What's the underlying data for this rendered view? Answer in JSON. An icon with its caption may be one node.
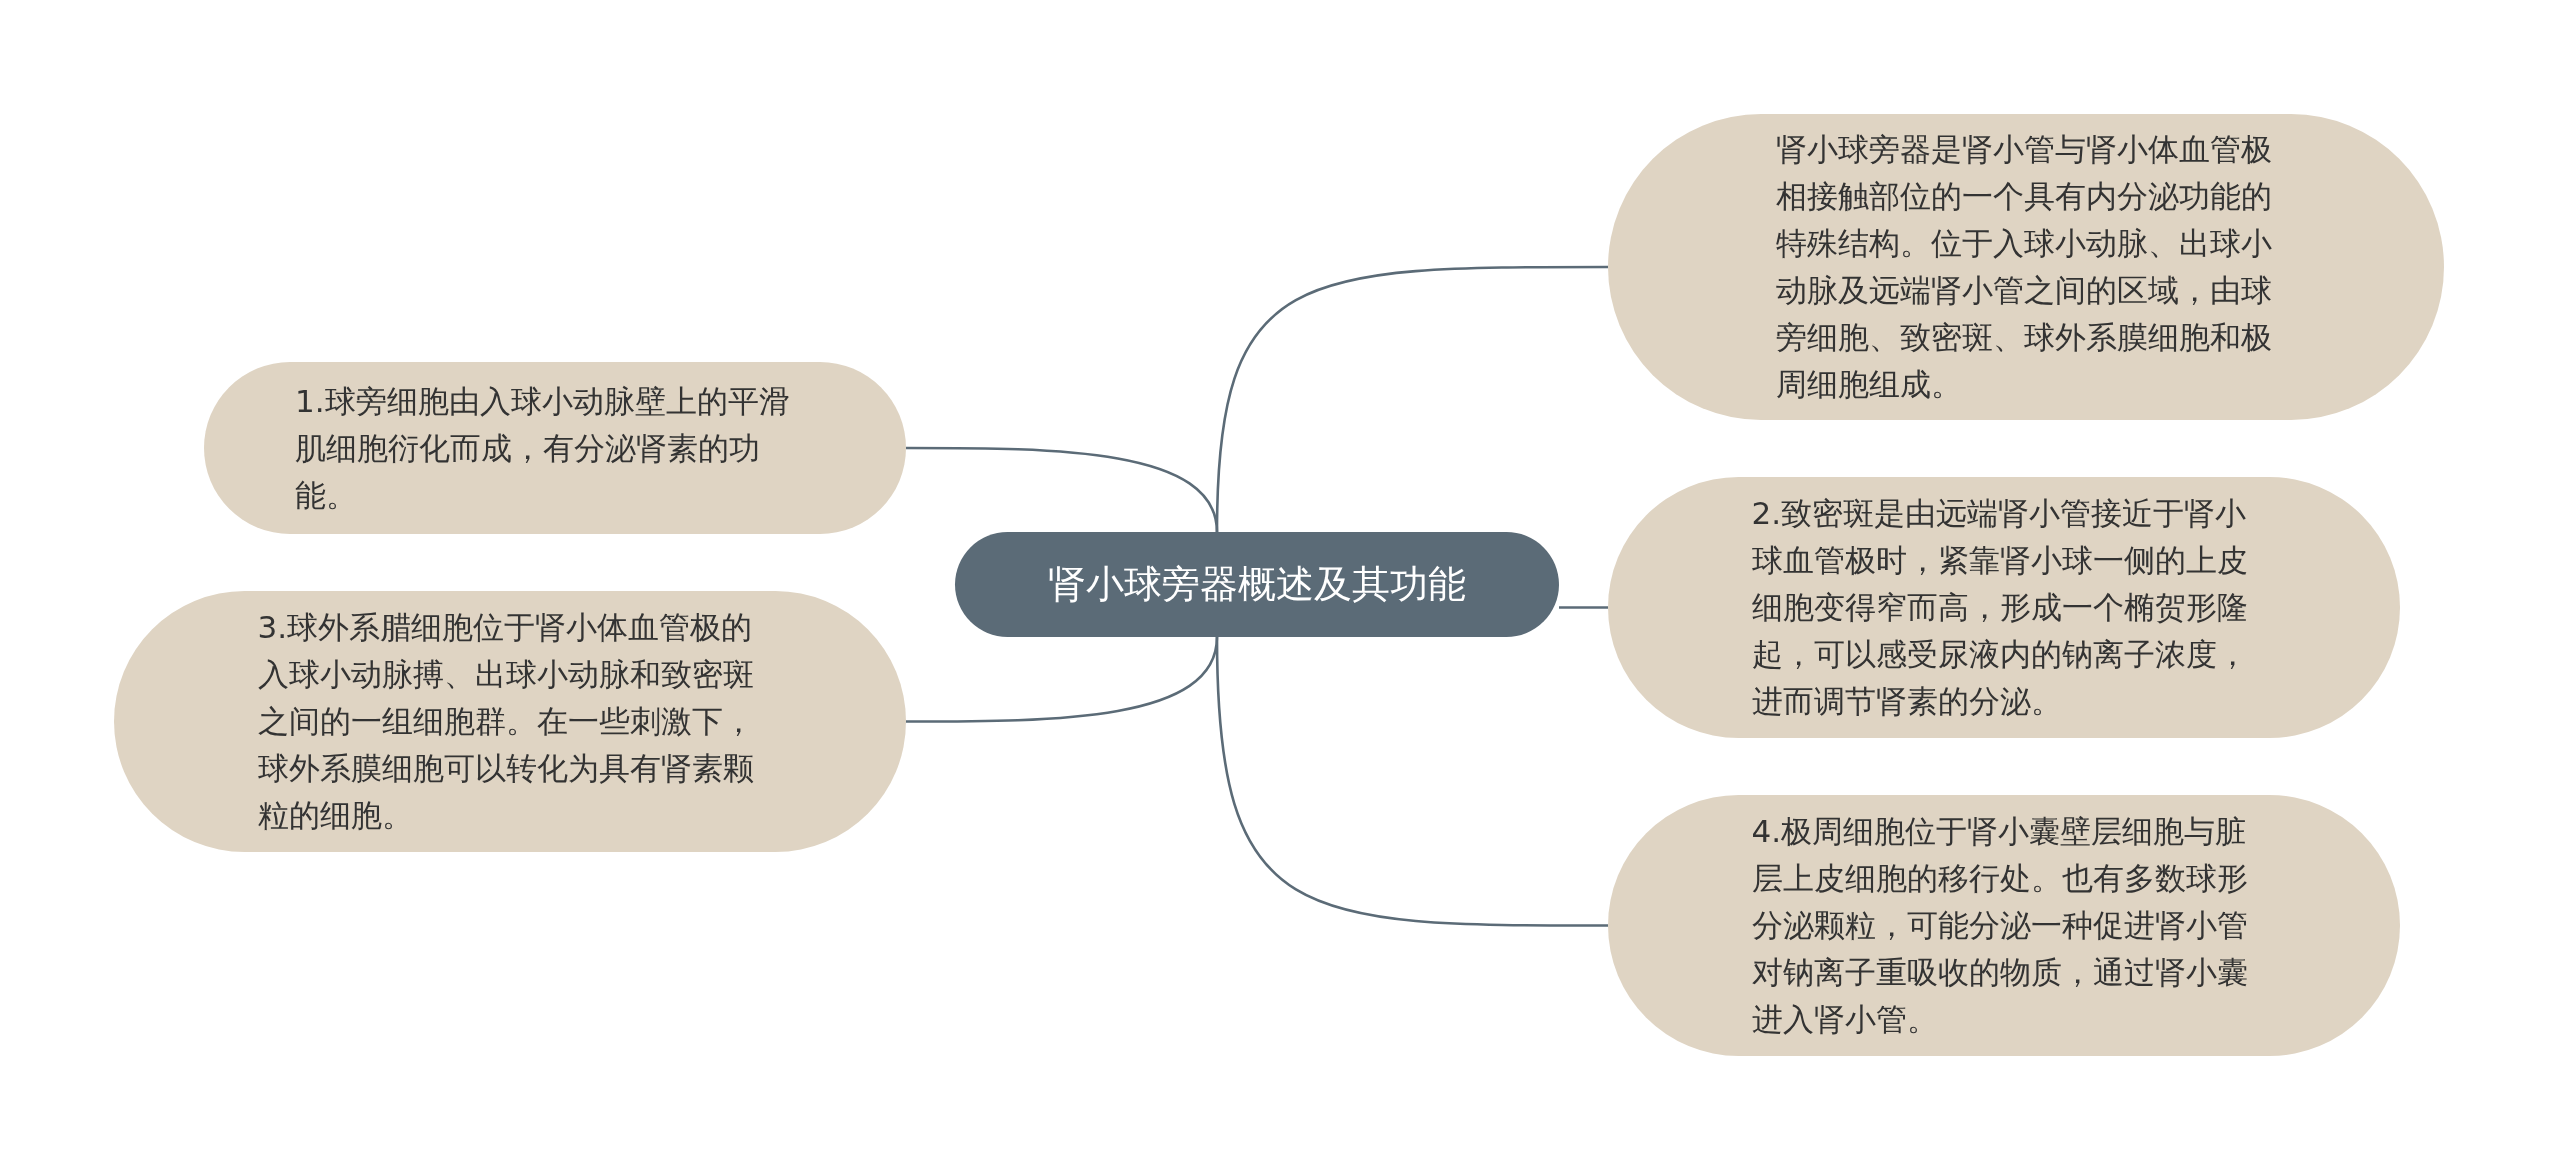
{
  "diagram": {
    "nodes": [
      {
        "text": [
          "肾小球旁器概述及其功能"
        ]
      },
      {
        "text": [
          "肾小球旁器是肾小管与肾小体血管极相接触部位的一个具有内分泌功能的特殊结构。位于入球小动脉、出球小动脉及远端肾小管之间的区域，由球旁细胞、致密斑、球外系膜细胞和极周细胞组成。"
        ]
      },
      {
        "text": [
          "1.球旁细胞由入球小动脉壁上的平滑肌细胞衍化而成，有分泌肾素的功能。"
        ]
      },
      {
        "text": [
          "2.致密斑是由远端肾小管接近于肾小球血管极时，紧靠肾小球一侧的上皮细胞变得窄而高，形成一个椭贺形隆起，可以感受尿液内的钠离子浓度，进而调节肾素的分泌。"
        ]
      },
      {
        "text": [
          "3.球外系腊细胞位于肾小体血管极的入球小动脉搏、出球小动脉和致密斑之间的一组细胞群。在一些刺激下，球外系膜细胞可以转化为具有肾素颗粒的细胞。"
        ]
      },
      {
        "text": [
          "4.极周细胞位于肾小囊壁层细胞与脏层上皮细胞的移行处。也有多数球形分泌颗粒，可能分泌一种促进肾小管对钠离子重吸收的物质，通过肾小囊进入肾小管。"
        ]
      }
    ],
    "edges": [
      {
        "from": 0,
        "to": 1,
        "arrow": "none"
      },
      {
        "from": 0,
        "to": 2,
        "arrow": "none"
      },
      {
        "from": 0,
        "to": 3,
        "arrow": "none"
      },
      {
        "from": 0,
        "to": 4,
        "arrow": "none"
      },
      {
        "from": 0,
        "to": 5,
        "arrow": "none"
      }
    ]
  }
}
